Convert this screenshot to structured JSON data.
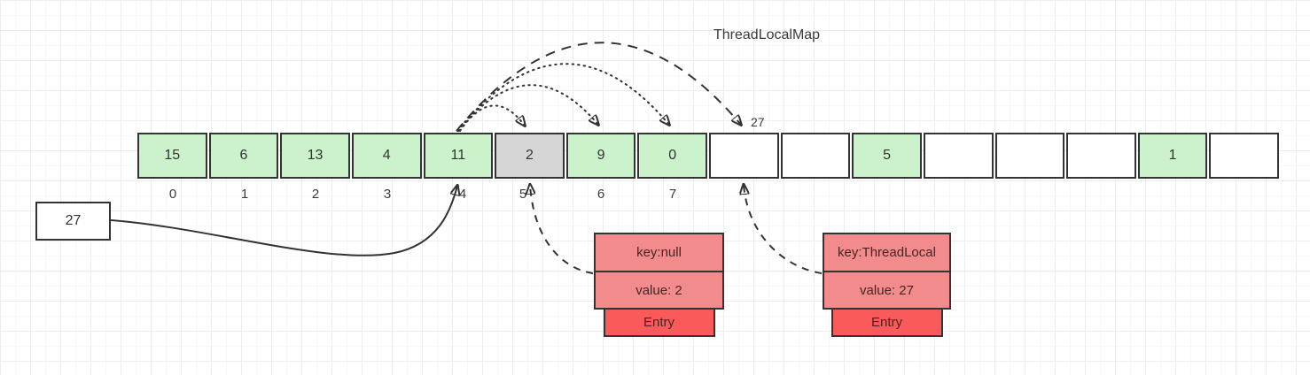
{
  "title": "ThreadLocalMap",
  "colors": {
    "cell_filled": "#ccf2cc",
    "cell_stale": "#d6d6d6",
    "cell_empty": "#ffffff",
    "cell_border": "#333333",
    "entry_kv": "#f28b8b",
    "entry_red": "#fa5a5a",
    "line": "#333333",
    "text": "#3a3a3a"
  },
  "array": {
    "cells": [
      {
        "value": "15",
        "state": "filled"
      },
      {
        "value": "6",
        "state": "filled"
      },
      {
        "value": "13",
        "state": "filled"
      },
      {
        "value": "4",
        "state": "filled"
      },
      {
        "value": "11",
        "state": "filled"
      },
      {
        "value": "2",
        "state": "stale"
      },
      {
        "value": "9",
        "state": "filled"
      },
      {
        "value": "0",
        "state": "filled"
      },
      {
        "value": "",
        "state": "empty"
      },
      {
        "value": "",
        "state": "empty"
      },
      {
        "value": "5",
        "state": "filled"
      },
      {
        "value": "",
        "state": "empty"
      },
      {
        "value": "",
        "state": "empty"
      },
      {
        "value": "",
        "state": "empty"
      },
      {
        "value": "1",
        "state": "filled"
      },
      {
        "value": "",
        "state": "empty"
      }
    ],
    "index_labels": [
      "0",
      "1",
      "2",
      "3",
      "4",
      "5",
      "6",
      "7"
    ]
  },
  "incoming_value_box": {
    "label": "27"
  },
  "probe_result_label": "27",
  "entries": {
    "left": {
      "key": "key:null",
      "value": "value: 2",
      "label": "Entry"
    },
    "right": {
      "key": "key:ThreadLocal",
      "value": "value: 27",
      "label": "Entry"
    }
  }
}
